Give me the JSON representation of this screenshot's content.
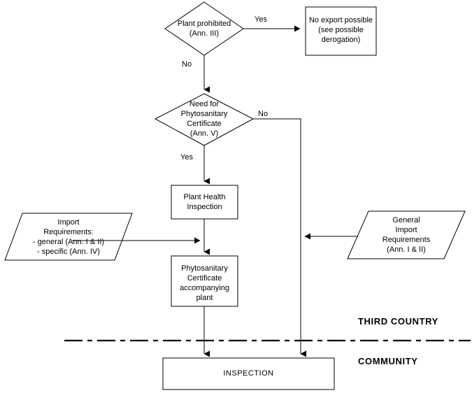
{
  "diagram": {
    "title": "Plant import / phytosanitary certificate decision flowchart",
    "nodes": {
      "plant_prohibited": {
        "label": "Plant prohibited\n(Ann. III)",
        "shape": "diamond"
      },
      "no_export": {
        "label": "No export possible\n(see possible\nderogation)",
        "shape": "rectangle"
      },
      "need_certificate": {
        "label": "Need for\nPhytosanitary\nCertificate\n(Ann. V)",
        "shape": "diamond"
      },
      "plant_health_inspection": {
        "label": "Plant Health\nInspection",
        "shape": "rectangle"
      },
      "import_requirements": {
        "label": "Import\nRequirements:\n- general (Ann. I & II)\n- specific (Ann. IV)",
        "shape": "parallelogram"
      },
      "general_import_requirements": {
        "label": "General\nImport\nRequirements\n(Ann. I & II)",
        "shape": "parallelogram"
      },
      "phyto_certificate": {
        "label": "Phytosanitary\nCertificate\naccompanying\nplant",
        "shape": "rectangle"
      },
      "inspection": {
        "label": "INSPECTION",
        "shape": "rectangle"
      }
    },
    "edge_labels": {
      "prohibited_yes": "Yes",
      "prohibited_no": "No",
      "certificate_no": "No",
      "certificate_yes": "Yes"
    },
    "region_labels": {
      "third_country": "THIRD COUNTRY",
      "community": "COMMUNITY"
    },
    "colors": {
      "stroke": "#000000",
      "fill": "#ffffff",
      "text": "#000000"
    }
  }
}
